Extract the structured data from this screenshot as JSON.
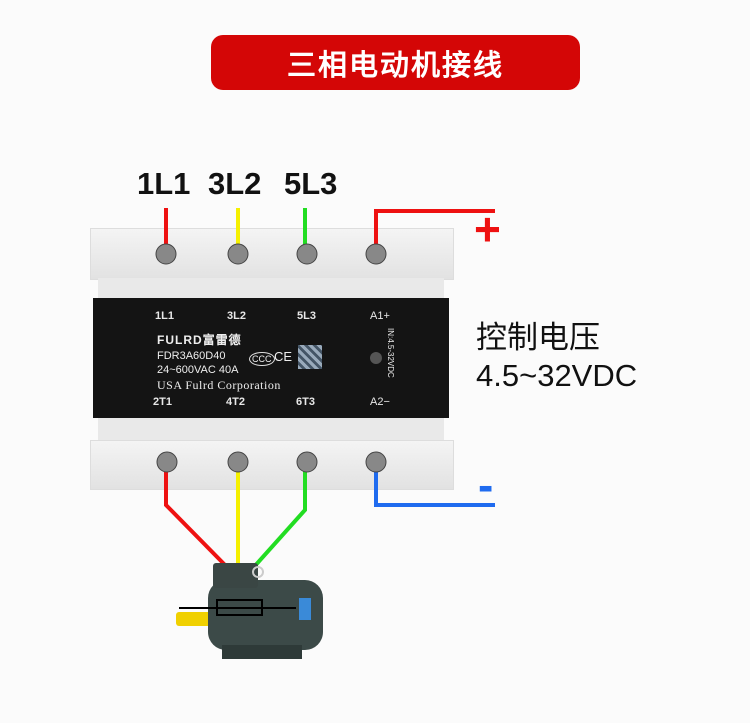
{
  "title": "三相电动机接线",
  "phases": [
    "1L1",
    "3L2",
    "5L3"
  ],
  "plus": "+",
  "minus": "-",
  "control_voltage_label": "控制电压",
  "control_voltage_range": "4.5~32VDC",
  "relay": {
    "top_terminals": [
      "1L1",
      "3L2",
      "5L3",
      "A1+"
    ],
    "bottom_terminals": [
      "2T1",
      "4T2",
      "6T3",
      "A2−"
    ],
    "brand": "FULRD富雷德",
    "model": "FDR3A60D40",
    "rating": "24~600VAC 40A",
    "certifications": [
      "CCC",
      "CE"
    ],
    "maker": "USA Fulrd Corporation",
    "input": "IN:4.5-32VDC"
  },
  "colors": {
    "title_bg": "#d40606",
    "red": "#ee1111",
    "yellow": "#f5f000",
    "green": "#22dd22",
    "blue": "#1f6bef"
  }
}
